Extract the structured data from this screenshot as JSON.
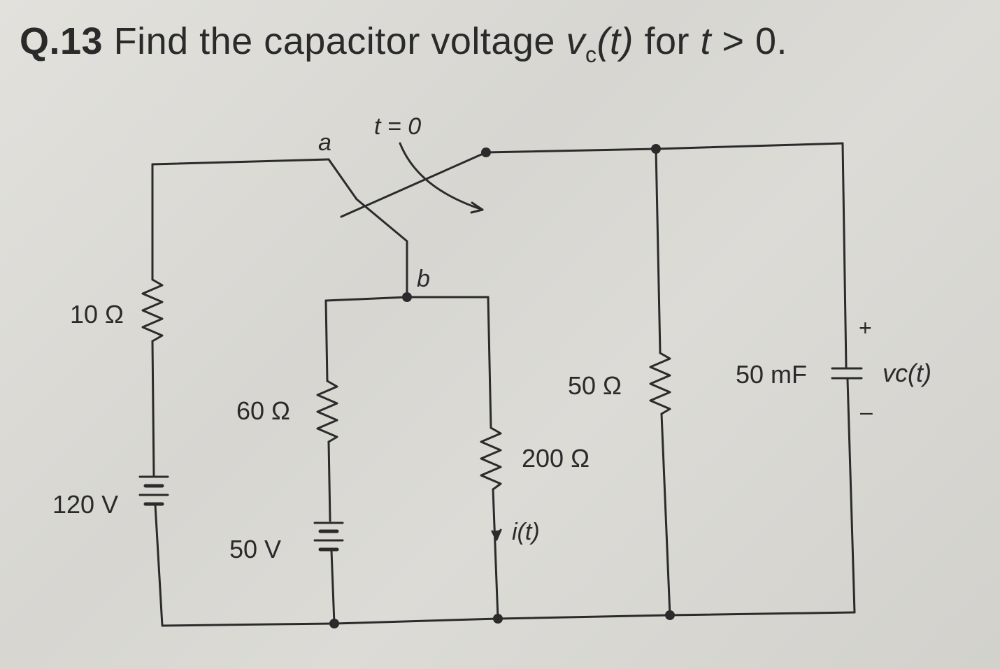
{
  "question": {
    "number": "Q.13",
    "text_before": "Find the capacitor voltage ",
    "v": "v",
    "sub": "c",
    "t_arg": "(t)",
    "for": " for ",
    "t": "t",
    "cond": " > 0."
  },
  "switch": {
    "time_label": "t = 0",
    "node_a": "a",
    "node_b": "b"
  },
  "components": {
    "r_10": "10 Ω",
    "v_120": "120 V",
    "r_60": "60 Ω",
    "v_50": "50 V",
    "r_200": "200 Ω",
    "current": "i(t)",
    "r_50": "50 Ω",
    "cap": "50 mF",
    "cap_plus": "+",
    "cap_minus": "–",
    "vc": "vc(t)"
  }
}
